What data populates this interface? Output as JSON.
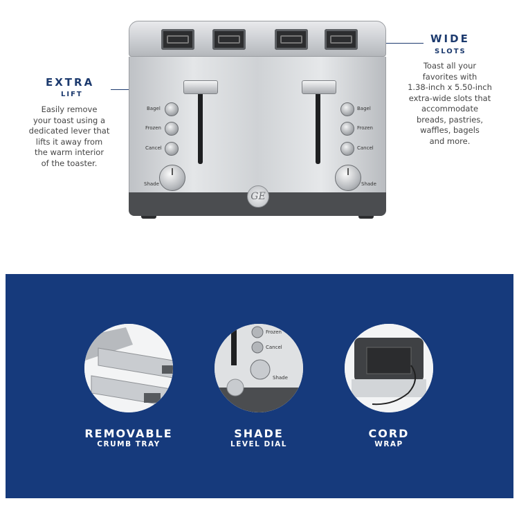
{
  "callouts": {
    "extra": {
      "title": "EXTRA",
      "subtitle": "LIFT",
      "body_lines": [
        "Easily remove",
        "your toast using a",
        "dedicated lever that",
        "lifts it away from",
        "the warm interior",
        "of the toaster."
      ]
    },
    "wide": {
      "title": "WIDE",
      "subtitle": "SLOTS",
      "body_lines": [
        "Toast all your",
        "favorites with",
        "1.38-inch x 5.50-inch",
        "extra-wide slots that",
        "accommodate",
        "breads, pastries,",
        "waffles, bagels",
        "and more."
      ]
    }
  },
  "toaster": {
    "left_buttons": [
      "Bagel",
      "Frozen",
      "Cancel"
    ],
    "right_buttons": [
      "Bagel",
      "Frozen",
      "Cancel"
    ],
    "dial_label_left": "Shade",
    "dial_label_right": "Shade",
    "logo_text": "GE"
  },
  "features": [
    {
      "title": "REMOVABLE",
      "subtitle": "CRUMB TRAY"
    },
    {
      "title": "SHADE",
      "subtitle": "LEVEL DIAL",
      "labels": [
        "Frozen",
        "Cancel",
        "Shade"
      ]
    },
    {
      "title": "CORD",
      "subtitle": "WRAP"
    }
  ],
  "colors": {
    "brand_navy": "#1c3a6e",
    "panel_blue": "#163a7c",
    "stainless": "#d4d6d9",
    "base_dark": "#4b4d50"
  }
}
